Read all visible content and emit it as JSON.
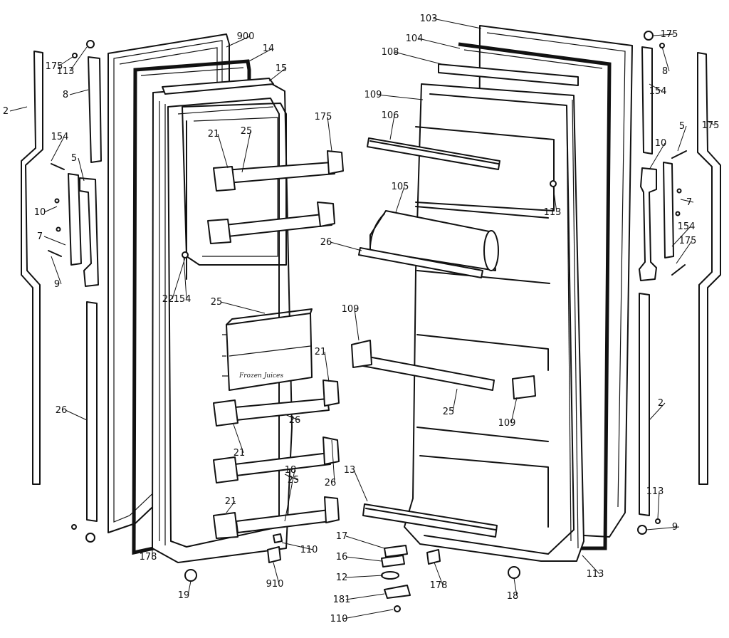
{
  "diagram": {
    "part_numbers": [
      "900",
      "14",
      "15",
      "175",
      "113",
      "8",
      "2",
      "154",
      "5",
      "10",
      "7",
      "9",
      "26",
      "21",
      "25",
      "175",
      "22",
      "25",
      "21",
      "26",
      "21",
      "25",
      "26",
      "21",
      "18",
      "178",
      "19",
      "110",
      "910",
      "103",
      "104",
      "108",
      "109",
      "106",
      "105",
      "26",
      "109",
      "25",
      "109",
      "13",
      "17",
      "16",
      "12",
      "181",
      "110",
      "178",
      "18",
      "113",
      "175",
      "8",
      "154",
      "5",
      "10",
      "7",
      "154",
      "175",
      "113",
      "9",
      "2",
      "175",
      "113",
      "154"
    ],
    "label_text": "Frozen Juices"
  }
}
